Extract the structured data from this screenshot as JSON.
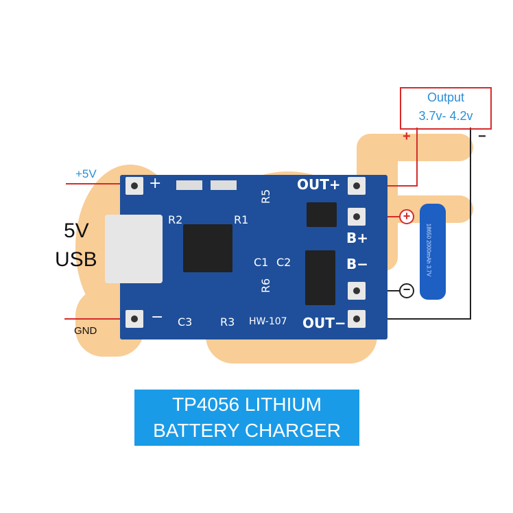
{
  "output_box": {
    "title": "Output",
    "range": "3.7v- 4.2v",
    "plus": "+",
    "minus": "−"
  },
  "input": {
    "plus_label": "+5V",
    "gnd_label": "GND",
    "usb_label_1": "5V",
    "usb_label_2": "USB"
  },
  "board": {
    "model": "HW-107",
    "pin_out_plus": "OUT+",
    "pin_b_plus": "B+",
    "pin_b_minus": "B−",
    "pin_out_minus": "OUT−",
    "plus": "+",
    "minus": "−",
    "components": [
      "R2",
      "R1",
      "R5",
      "C1",
      "C2",
      "R6",
      "C3",
      "R3"
    ]
  },
  "battery": {
    "text": "18650 2000mAh 3.7V",
    "plus_symbol": "+",
    "minus_symbol": "−"
  },
  "banner": {
    "line1": "TP4056 LITHIUM",
    "line2": "BATTERY CHARGER",
    "color": "#1a9be8"
  },
  "colors": {
    "board": "#1f4f9a",
    "wire_red": "#d62a2a",
    "bg_shape": "#f8cd96"
  }
}
